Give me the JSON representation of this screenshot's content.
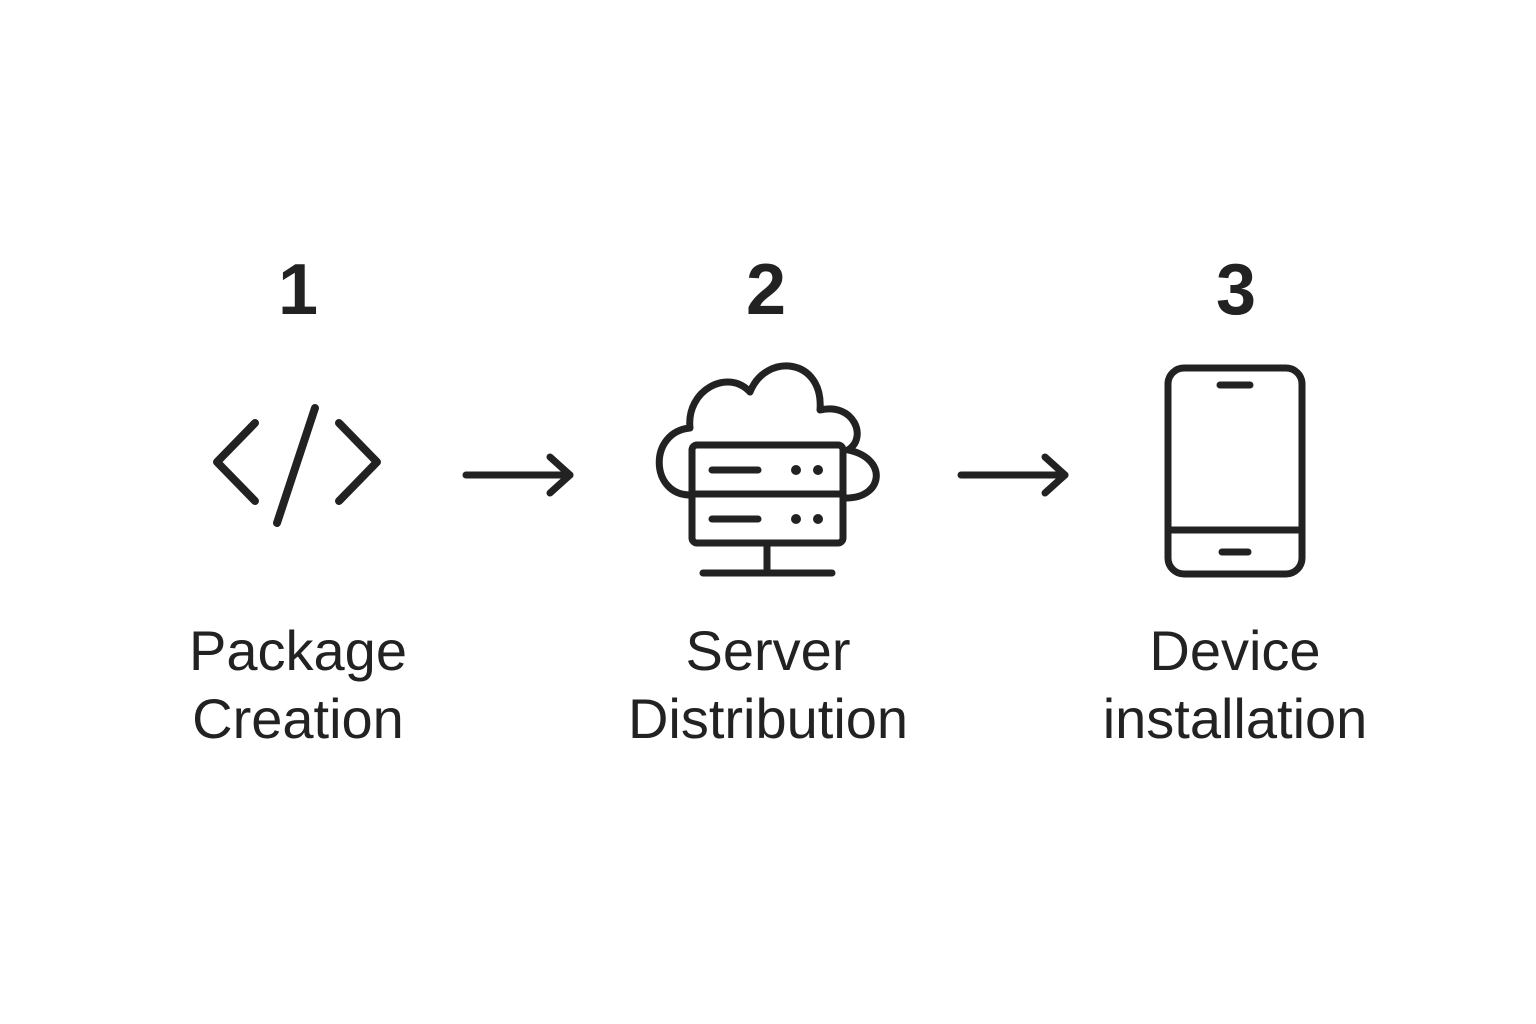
{
  "steps": [
    {
      "number": "1",
      "label_line1": "Package",
      "label_line2": "Creation",
      "icon": "code-icon"
    },
    {
      "number": "2",
      "label_line1": "Server",
      "label_line2": "Distribution",
      "icon": "cloud-server-icon"
    },
    {
      "number": "3",
      "label_line1": "Device",
      "label_line2": "installation",
      "icon": "smartphone-icon"
    }
  ],
  "arrows": [
    "arrow-right-icon",
    "arrow-right-icon"
  ],
  "colors": {
    "stroke": "#222222",
    "background": "#ffffff"
  }
}
